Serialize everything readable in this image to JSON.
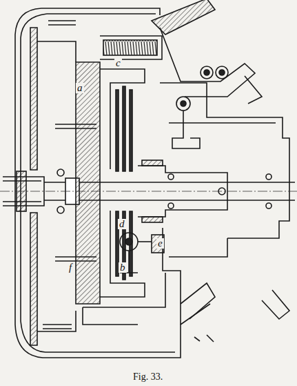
{
  "diagram": {
    "caption": "Fig. 33.",
    "labels": [
      "c",
      "a",
      "d",
      "e",
      "f",
      "b"
    ]
  }
}
